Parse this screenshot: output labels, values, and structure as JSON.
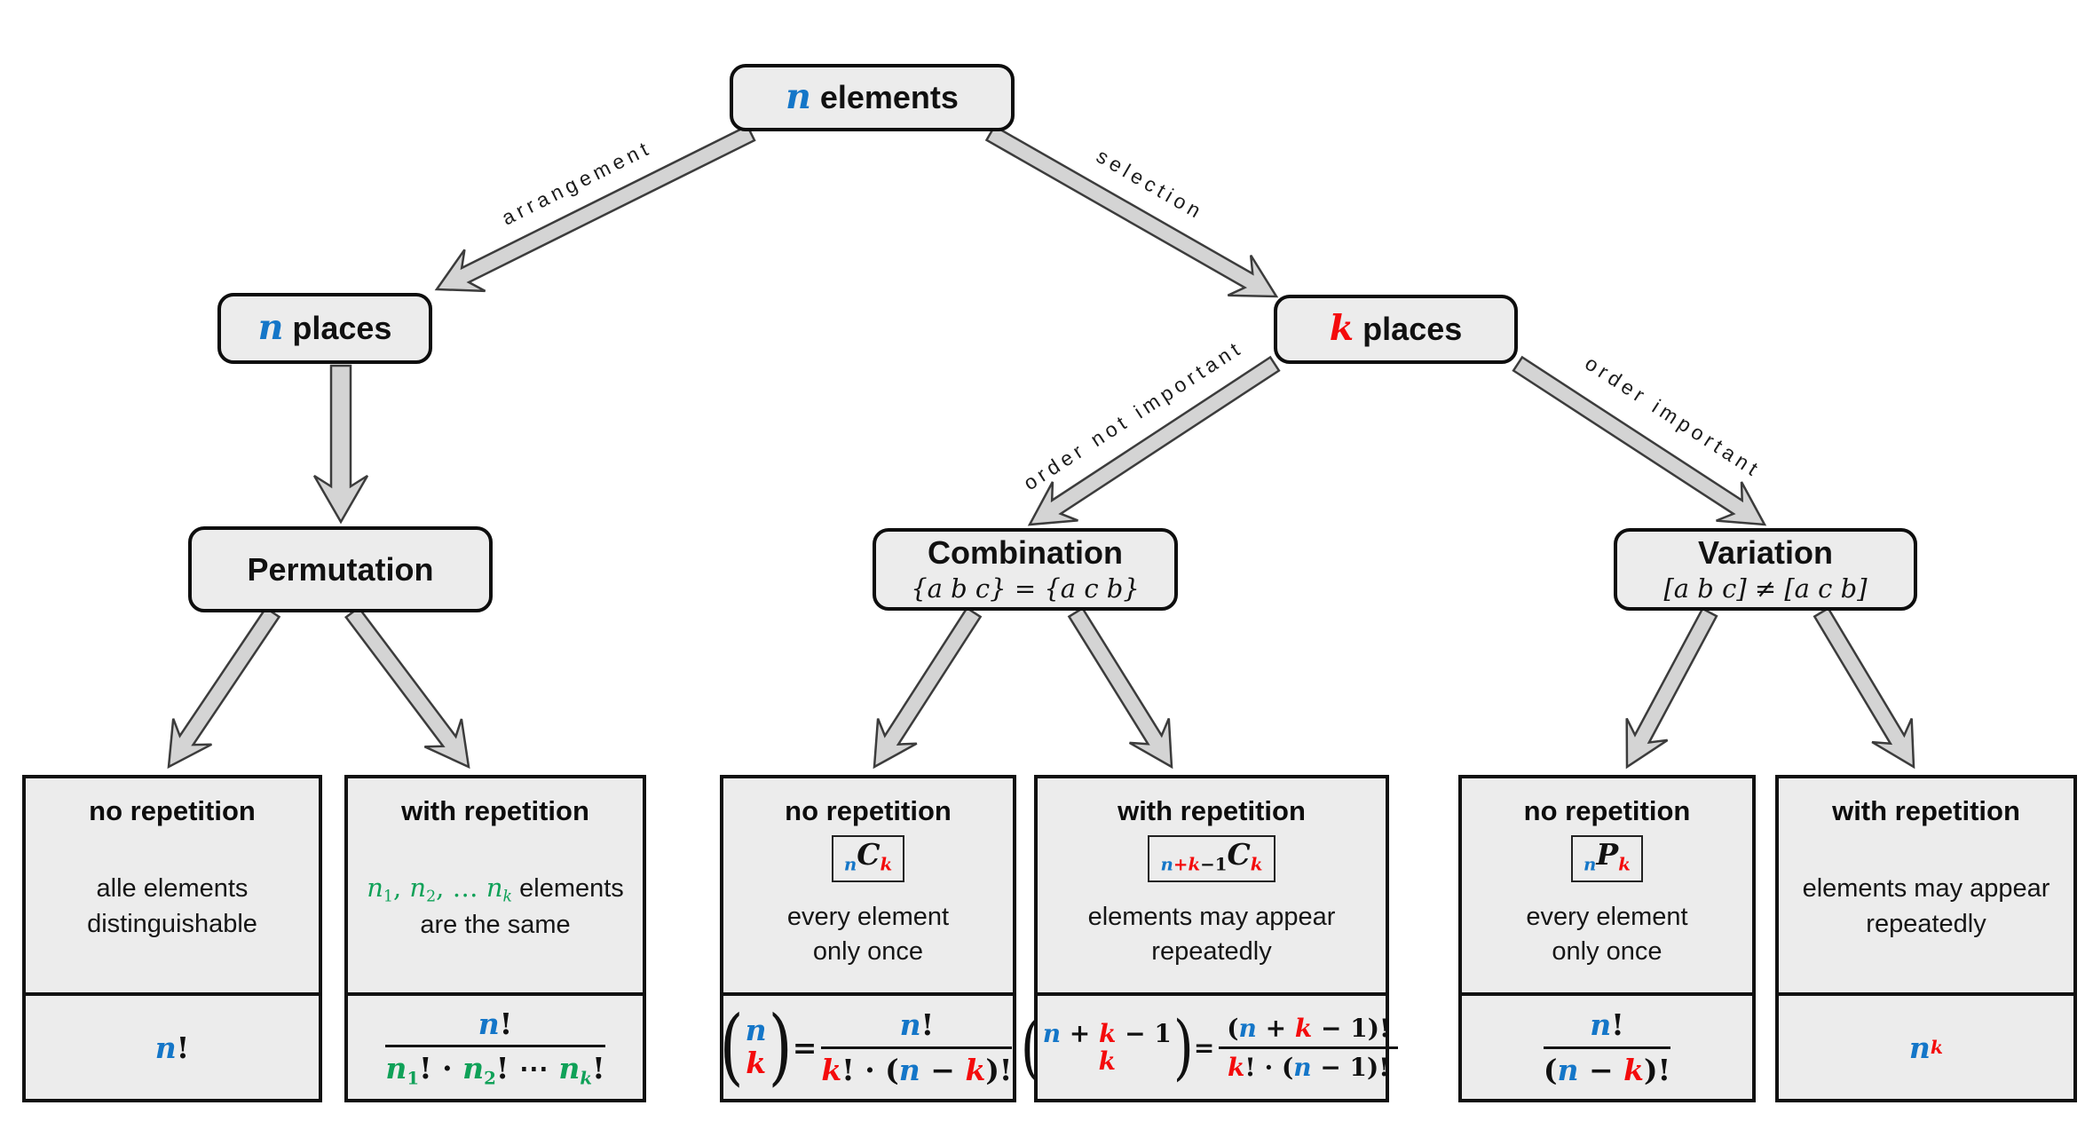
{
  "colors": {
    "blue": "#1476c8",
    "red": "#f40b0c",
    "green": "#0fa158",
    "black": "#111111",
    "box_fill": "#ececec",
    "box_border": "#0d0d0d",
    "arrow_fill": "#d4d4d4",
    "arrow_stroke": "#3c3c3c"
  },
  "nodes": {
    "root": {
      "label": [
        {
          "t": "n",
          "c": "blue",
          "v": 1
        },
        {
          "t": " elements"
        }
      ]
    },
    "n_places": {
      "label": [
        {
          "t": "n",
          "c": "blue",
          "v": 1
        },
        {
          "t": " places"
        }
      ]
    },
    "k_places": {
      "label": [
        {
          "t": "k",
          "c": "red",
          "v": 1
        },
        {
          "t": " places"
        }
      ]
    },
    "permutation": {
      "title": "Permutation"
    },
    "combination": {
      "title": "Combination",
      "subtitle": "{a b c} = {a c b}"
    },
    "variation": {
      "title": "Variation",
      "subtitle": "[a b c] ≠ [a c b]"
    }
  },
  "edge_labels": {
    "arrangement": "arrangement",
    "selection": "selection",
    "order_not_important": "order not important",
    "order_important": "order important"
  },
  "leaves": [
    {
      "id": "permutation-no-repetition",
      "title": "no repetition",
      "symbol": null,
      "desc": [
        {
          "t": "alle elements"
        },
        {
          "br": 1
        },
        {
          "t": "distinguishable"
        }
      ],
      "formula": [
        {
          "t": "n",
          "c": "blue",
          "v": 1
        },
        {
          "t": "!",
          "o": 1
        }
      ]
    },
    {
      "id": "permutation-with-repetition",
      "title": "with repetition",
      "symbol": null,
      "desc": [
        {
          "t": "n",
          "c": "green",
          "v": 1
        },
        {
          "t": "1",
          "c": "green",
          "o": 1,
          "sub": 1
        },
        {
          "t": ", ",
          "c": "green",
          "o": 1
        },
        {
          "t": "n",
          "c": "green",
          "v": 1
        },
        {
          "t": "2",
          "c": "green",
          "o": 1,
          "sub": 1
        },
        {
          "t": ", … ",
          "c": "green",
          "o": 1
        },
        {
          "t": "n",
          "c": "green",
          "v": 1
        },
        {
          "t": "k",
          "c": "green",
          "v": 1,
          "sub": 1
        },
        {
          "t": " elements"
        },
        {
          "br": 1
        },
        {
          "t": "are the same"
        }
      ],
      "formula": [
        {
          "frac": {
            "num": [
              {
                "t": "n",
                "c": "blue",
                "v": 1
              },
              {
                "t": "!",
                "o": 1
              }
            ],
            "den": [
              {
                "t": "n",
                "c": "green",
                "v": 1
              },
              {
                "t": "1",
                "c": "green",
                "o": 1,
                "sub": 1
              },
              {
                "t": "!",
                "o": 1
              },
              {
                "t": " · ",
                "o": 1
              },
              {
                "t": "n",
                "c": "green",
                "v": 1
              },
              {
                "t": "2",
                "c": "green",
                "o": 1,
                "sub": 1
              },
              {
                "t": "!",
                "o": 1
              },
              {
                "t": " ⋯ ",
                "o": 1
              },
              {
                "t": "n",
                "c": "green",
                "v": 1
              },
              {
                "t": "k",
                "c": "green",
                "v": 1,
                "sub": 1
              },
              {
                "t": "!",
                "o": 1
              }
            ]
          }
        }
      ]
    },
    {
      "id": "combination-no-repetition",
      "title": "no repetition",
      "symbol": [
        {
          "t": "n",
          "c": "blue",
          "v": 1,
          "sub": 1
        },
        {
          "t": "C",
          "v": 1
        },
        {
          "t": "k",
          "c": "red",
          "v": 1,
          "sub": 1
        }
      ],
      "desc": [
        {
          "t": "every element"
        },
        {
          "br": 1
        },
        {
          "t": "only once"
        }
      ],
      "formula": [
        {
          "binom": {
            "top": [
              {
                "t": "n",
                "c": "blue",
                "v": 1
              }
            ],
            "bot": [
              {
                "t": "k",
                "c": "red",
                "v": 1
              }
            ]
          }
        },
        {
          "t": " = ",
          "o": 1
        },
        {
          "frac": {
            "num": [
              {
                "t": "n",
                "c": "blue",
                "v": 1
              },
              {
                "t": "!",
                "o": 1
              }
            ],
            "den": [
              {
                "t": "k",
                "c": "red",
                "v": 1
              },
              {
                "t": "! · (",
                "o": 1
              },
              {
                "t": "n",
                "c": "blue",
                "v": 1
              },
              {
                "t": " − ",
                "o": 1
              },
              {
                "t": "k",
                "c": "red",
                "v": 1
              },
              {
                "t": ")!",
                "o": 1
              }
            ]
          }
        }
      ]
    },
    {
      "id": "combination-with-repetition",
      "title": "with repetition",
      "symbol": [
        {
          "t": "n",
          "c": "blue",
          "v": 1,
          "sub": 1
        },
        {
          "t": "+",
          "c": "red",
          "o": 1,
          "sub": 1
        },
        {
          "t": "k",
          "c": "red",
          "v": 1,
          "sub": 1
        },
        {
          "t": "−1",
          "o": 1,
          "sub": 1
        },
        {
          "t": "C",
          "v": 1
        },
        {
          "t": "k",
          "c": "red",
          "v": 1,
          "sub": 1
        }
      ],
      "desc": [
        {
          "t": "elements may appear"
        },
        {
          "br": 1
        },
        {
          "t": "repeatedly"
        }
      ],
      "formula": [
        {
          "binom": {
            "top": [
              {
                "t": "n",
                "c": "blue",
                "v": 1
              },
              {
                "t": " + ",
                "o": 1
              },
              {
                "t": "k",
                "c": "red",
                "v": 1
              },
              {
                "t": " − 1",
                "o": 1
              }
            ],
            "bot": [
              {
                "t": "k",
                "c": "red",
                "v": 1
              }
            ]
          }
        },
        {
          "t": " = ",
          "o": 1
        },
        {
          "frac": {
            "num": [
              {
                "t": "(",
                "o": 1
              },
              {
                "t": "n",
                "c": "blue",
                "v": 1
              },
              {
                "t": " + ",
                "o": 1
              },
              {
                "t": "k",
                "c": "red",
                "v": 1
              },
              {
                "t": " − 1",
                "o": 1
              },
              {
                "t": ")!",
                "o": 1
              }
            ],
            "den": [
              {
                "t": "k",
                "c": "red",
                "v": 1
              },
              {
                "t": "! · (",
                "o": 1
              },
              {
                "t": "n",
                "c": "blue",
                "v": 1
              },
              {
                "t": " − 1)!",
                "o": 1
              }
            ]
          }
        }
      ]
    },
    {
      "id": "variation-no-repetition",
      "title": "no repetition",
      "symbol": [
        {
          "t": "n",
          "c": "blue",
          "v": 1,
          "sub": 1
        },
        {
          "t": "P",
          "v": 1
        },
        {
          "t": "k",
          "c": "red",
          "v": 1,
          "sub": 1
        }
      ],
      "desc": [
        {
          "t": "every element"
        },
        {
          "br": 1
        },
        {
          "t": "only once"
        }
      ],
      "formula": [
        {
          "frac": {
            "num": [
              {
                "t": "n",
                "c": "blue",
                "v": 1
              },
              {
                "t": "!",
                "o": 1
              }
            ],
            "den": [
              {
                "t": "(",
                "o": 1
              },
              {
                "t": "n",
                "c": "blue",
                "v": 1
              },
              {
                "t": " − ",
                "o": 1
              },
              {
                "t": "k",
                "c": "red",
                "v": 1
              },
              {
                "t": ")!",
                "o": 1
              }
            ]
          }
        }
      ]
    },
    {
      "id": "variation-with-repetition",
      "title": "with repetition",
      "symbol": null,
      "desc": [
        {
          "t": "elements may appear"
        },
        {
          "br": 1
        },
        {
          "t": "repeatedly"
        }
      ],
      "formula": [
        {
          "t": "n",
          "c": "blue",
          "v": 1
        },
        {
          "t": "k",
          "c": "red",
          "v": 1,
          "sup": 1
        }
      ]
    }
  ]
}
